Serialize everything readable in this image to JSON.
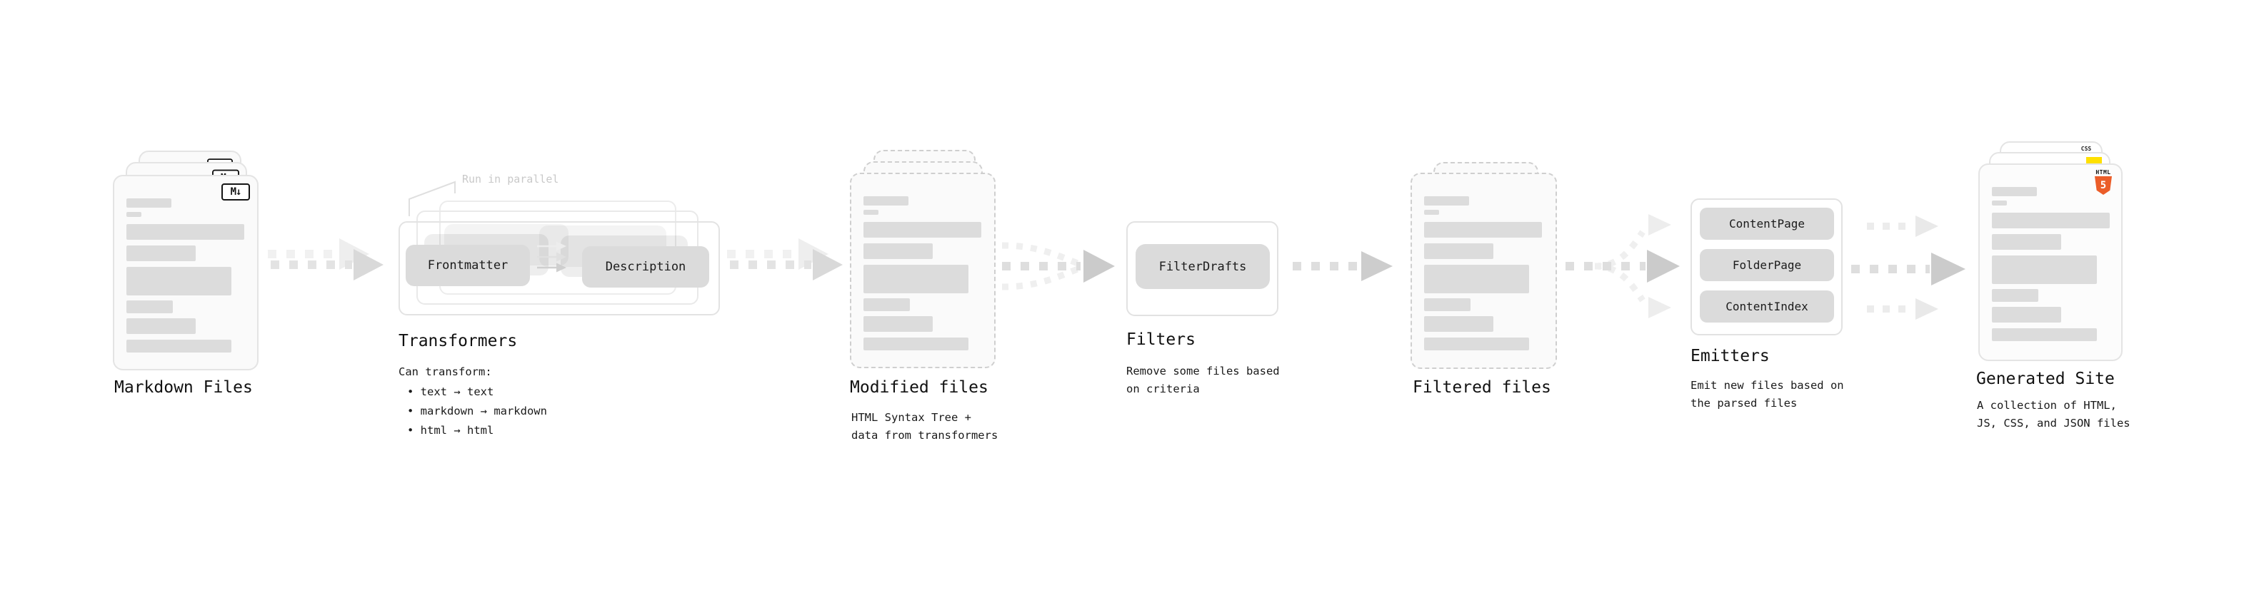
{
  "markdown_files": {
    "title": "Markdown Files",
    "badge": "M↓"
  },
  "transformers": {
    "note": "Run in parallel",
    "input_pill": "Frontmatter",
    "output_pill": "Description",
    "title": "Transformers",
    "desc_heading": "Can transform:",
    "bullets": [
      "• text → text",
      "• markdown → markdown",
      "• html → html"
    ]
  },
  "modified_files": {
    "title": "Modified files",
    "desc": "HTML Syntax Tree +\ndata from transformers"
  },
  "filters": {
    "pill": "FilterDrafts",
    "title": "Filters",
    "desc": "Remove some files based\non criteria"
  },
  "filtered_files": {
    "title": "Filtered files"
  },
  "emitters": {
    "pills": [
      "ContentPage",
      "FolderPage",
      "ContentIndex"
    ],
    "title": "Emitters",
    "desc": "Emit new files based on\nthe parsed files"
  },
  "generated_site": {
    "title": "Generated Site",
    "desc": "A collection of HTML,\nJS, CSS, and JSON files",
    "badge_css": "CSS",
    "badge_html_label": "HTML",
    "badge_html_number": "5"
  },
  "colors": {
    "accent_blue": "#2962ff",
    "accent_yellow": "#ffe000",
    "html5_orange": "#eb5d29"
  }
}
